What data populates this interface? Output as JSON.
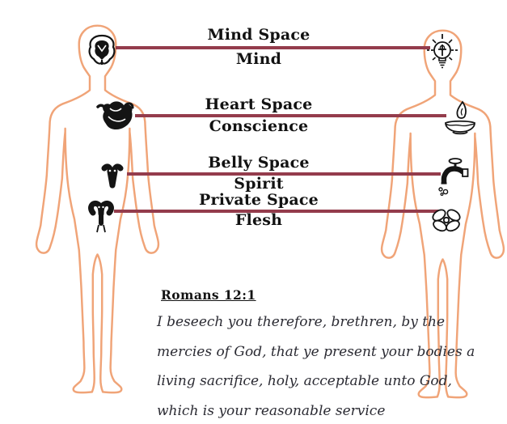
{
  "colors": {
    "background": "#ffffff",
    "connector_line": "#943c4c",
    "body_outline": "#f0a478",
    "label_text": "#121212",
    "verse_text": "#2b2b33",
    "icon_ink": "#141414"
  },
  "connections": [
    {
      "space_label": "Mind Space",
      "body_label": "Mind"
    },
    {
      "space_label": "Heart Space",
      "body_label": "Conscience"
    },
    {
      "space_label": "Belly Space",
      "body_label": "Spirit"
    },
    {
      "space_label": "Private Space",
      "body_label": "Flesh"
    }
  ],
  "icons": {
    "left_head": "brain-icon",
    "left_chest": "anatomical-heart-icon",
    "left_belly": "stomach-icon",
    "left_pelvis": "womb-icon",
    "right_head": "lightbulb-cross-icon",
    "right_chest": "oil-lamp-icon",
    "right_belly": "water-tap-icon",
    "right_pelvis": "flower-icon"
  },
  "verse": {
    "reference": "Romans 12:1",
    "lines": [
      "I beseech you therefore, brethren, by the",
      "mercies of God, that ye present your bodies a",
      "living sacrifice, holy, acceptable unto God,",
      "which is your reasonable service"
    ]
  }
}
